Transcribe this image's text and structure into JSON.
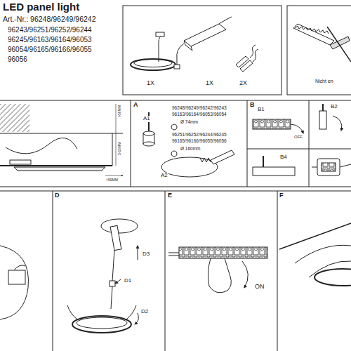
{
  "diagram": {
    "title": "LED panel light",
    "labels": [
      "Art.-Nr.: 96248/96249/96242",
      "96243/96251/96252/96244",
      "96245/96163/96164/96053",
      "96054/96165/96166/96055",
      "96056",
      "1X",
      "1X",
      "2X",
      "Nicht en",
      ">50MM",
      "3-10MM",
      ">50MM",
      "A",
      "A1",
      "96248/96249/96242/96243",
      "96163/96164/96053/96054",
      "Ø 74mm",
      "96251/96252/96244/96245",
      "96165/96166/96055/96056",
      "Ø 160mm",
      "A2",
      "B",
      "B1",
      "OFF",
      "B2",
      "B4",
      "D",
      "D3",
      "D1",
      "D2",
      "E",
      "ON",
      "F"
    ]
  }
}
